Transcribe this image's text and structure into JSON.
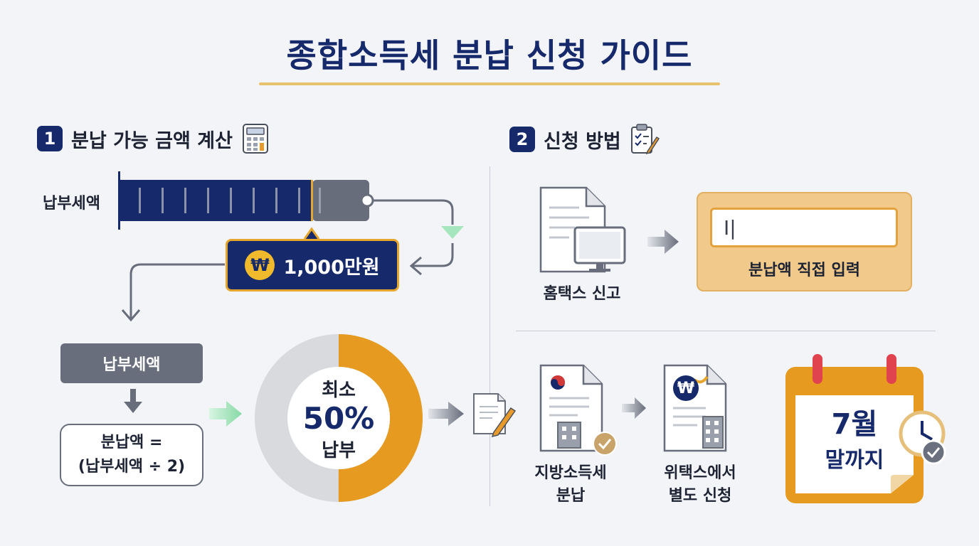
{
  "title": "종합소득세 분납 신청 가이드",
  "section1": {
    "number": "1",
    "heading": "분납 가능 금액 계산",
    "tax_label": "납부세액",
    "amount_symbol": "₩",
    "amount": "1,000만원",
    "box_label": "납부세액",
    "formula_line1": "분납액 =",
    "formula_line2": "(납부세액 ÷ 2)",
    "donut": {
      "line1": "최소",
      "line2": "50%",
      "line3": "납부",
      "fraction": 0.5
    }
  },
  "section2": {
    "number": "2",
    "heading": "신청 방법",
    "hometax_label": "홈택스 신고",
    "input_cursor": "I|",
    "panel_label": "분납액 직접 입력",
    "local_tax_line1": "지방소득세",
    "local_tax_line2": "분납",
    "wetax_symbol": "₩",
    "wetax_line1": "위택스에서",
    "wetax_line2": "별도 신청",
    "calendar_line1": "7월",
    "calendar_line2": "말까지"
  },
  "colors": {
    "navy": "#15296b",
    "orange": "#e69a1f",
    "gold": "#e9c26e",
    "gray": "#686e7c",
    "light_gray": "#d9dadd",
    "green": "#8fdcab"
  }
}
